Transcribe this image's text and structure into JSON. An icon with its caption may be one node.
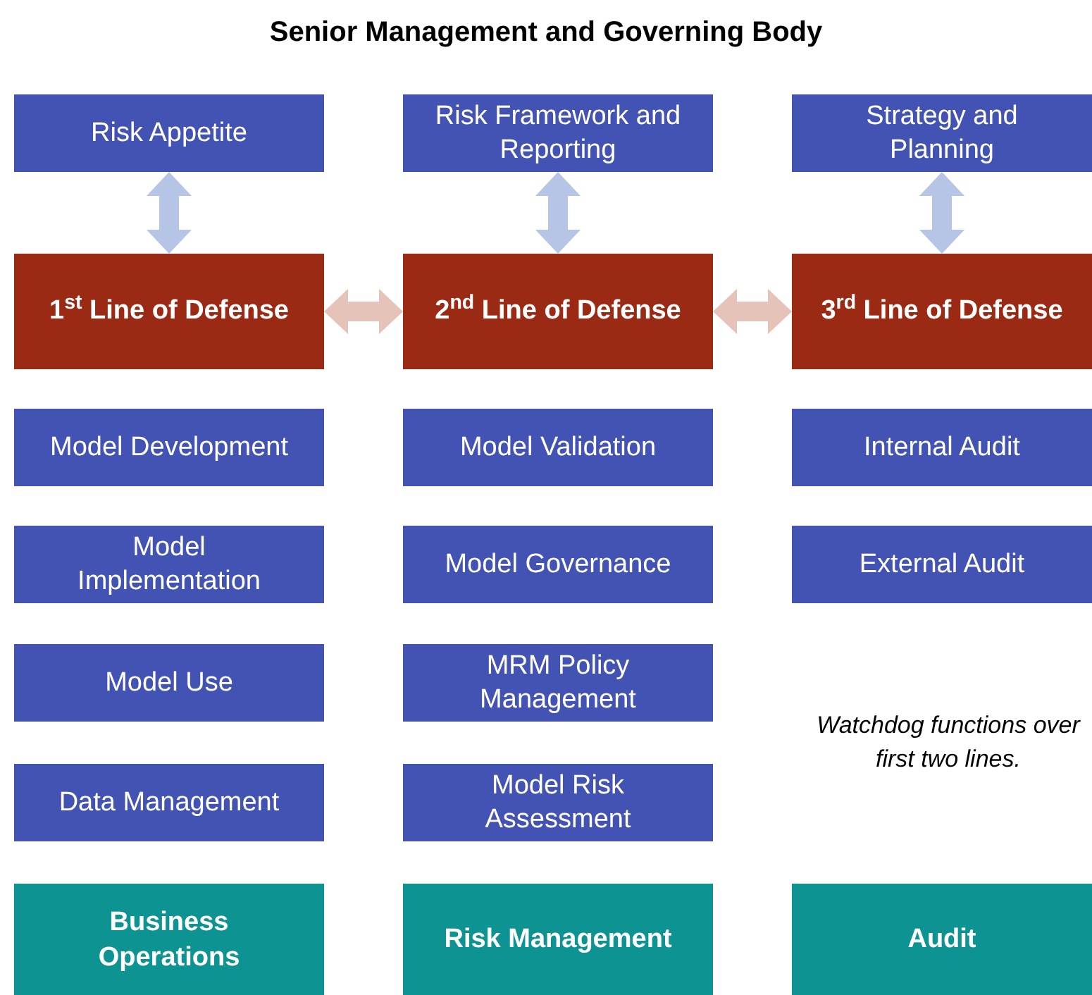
{
  "diagram": {
    "title": "Senior Management and Governing Body",
    "nodes": [
      {
        "text": [
          "Risk Appetite"
        ]
      },
      {
        "text": [
          "Risk Framework and Reporting"
        ]
      },
      {
        "text": [
          "Strategy and Planning"
        ]
      },
      {
        "text": [
          "1$^{st}$ Line of Defense"
        ]
      },
      {
        "text": [
          "2$^{nd}$ Line of Defense"
        ]
      },
      {
        "text": [
          "3$^{rd}$ Line of Defense"
        ]
      },
      {
        "text": [
          "Model Development"
        ]
      },
      {
        "text": [
          "Model Validation"
        ]
      },
      {
        "text": [
          "Internal Audit"
        ]
      },
      {
        "text": [
          "Model Implementation"
        ]
      },
      {
        "text": [
          "Model Governance"
        ]
      },
      {
        "text": [
          "External Audit"
        ]
      },
      {
        "text": [
          "Model Use"
        ]
      },
      {
        "text": [
          "MRM Policy Management"
        ]
      },
      {
        "text": [
          "Data Management"
        ]
      },
      {
        "text": [
          "Model Risk Assessment"
        ]
      },
      {
        "text": [
          "Business Operations"
        ]
      },
      {
        "text": [
          "Risk Management"
        ]
      },
      {
        "text": [
          "Audit"
        ]
      }
    ],
    "edges": [
      {
        "from": 0,
        "to": 3,
        "arrow": "both",
        "color": "#b6c4e6"
      },
      {
        "from": 1,
        "to": 4,
        "arrow": "both",
        "color": "#b6c4e6"
      },
      {
        "from": 2,
        "to": 5,
        "arrow": "both",
        "color": "#b6c4e6"
      },
      {
        "from": 3,
        "to": 4,
        "arrow": "both",
        "color": "#e6c3b8"
      },
      {
        "from": 4,
        "to": 5,
        "arrow": "both",
        "color": "#e6c3b8"
      }
    ],
    "labels": [
      "Watchdog functions over first two lines."
    ]
  }
}
